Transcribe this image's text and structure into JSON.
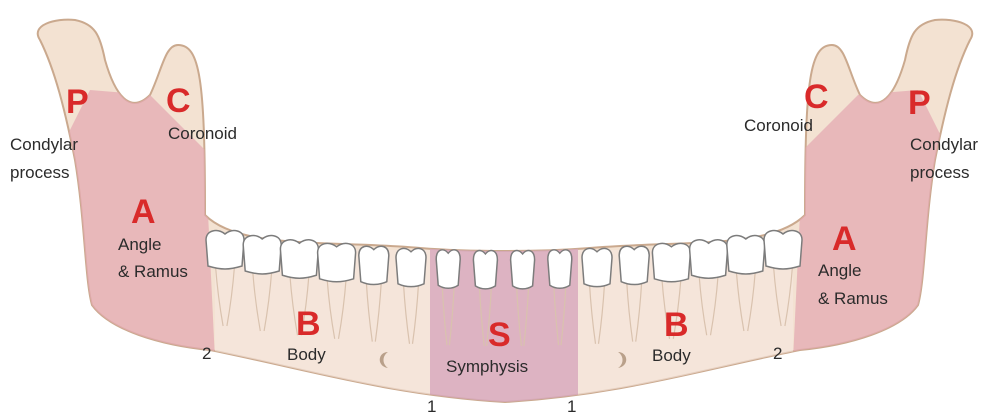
{
  "colors": {
    "bone": "#f3e2d2",
    "bone_outline": "#caa98e",
    "letter_red": "#d92a2a",
    "region_ramus": "#e4a9b2",
    "region_symphysis": "#d7a7be",
    "region_body": "#f7e8df",
    "tooth": "#ffffff",
    "tooth_outline": "#7c7c7c"
  },
  "regions": {
    "condylar_left": {
      "letter": "P",
      "label_line1": "Condylar",
      "label_line2": "process"
    },
    "coronoid_left": {
      "letter": "C",
      "label": "Coronoid"
    },
    "angle_left": {
      "letter": "A",
      "label_line1": "Angle",
      "label_line2": "& Ramus"
    },
    "body_left": {
      "letter": "B",
      "label": "Body"
    },
    "symphysis": {
      "letter": "S",
      "label": "Symphysis"
    },
    "body_right": {
      "letter": "B",
      "label": "Body"
    },
    "angle_right": {
      "letter": "A",
      "label_line1": "Angle",
      "label_line2": "& Ramus"
    },
    "coronoid_right": {
      "letter": "C",
      "label": "Coronoid"
    },
    "condylar_right": {
      "letter": "P",
      "label_line1": "Condylar",
      "label_line2": "process"
    }
  },
  "markers": {
    "left_2": "2",
    "right_2": "2",
    "left_1": "1",
    "right_1": "1"
  },
  "icons": {
    "mental_foramen": "mental-foramen-icon",
    "tooth": "tooth-icon"
  }
}
